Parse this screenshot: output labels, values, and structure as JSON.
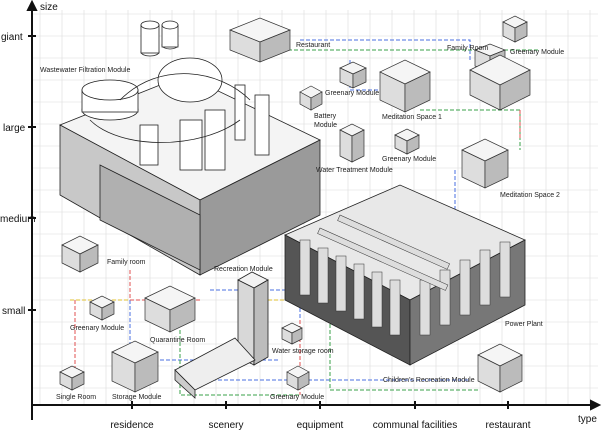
{
  "axes": {
    "y_title": "size",
    "x_title": "type",
    "y_levels": [
      "giant",
      "large",
      "medium",
      "small"
    ],
    "x_categories": [
      "residence",
      "scenery",
      "equipment",
      "communal facilities",
      "restaurant"
    ]
  },
  "modules": [
    {
      "id": "wastewater",
      "label": "Wastewater Filtration Module"
    },
    {
      "id": "restaurant-top",
      "label": "Restaurant"
    },
    {
      "id": "family-room-top",
      "label": "Family Room"
    },
    {
      "id": "greenary-top",
      "label": "Greenary Module"
    },
    {
      "id": "greenary-mid",
      "label": "Greenary Module"
    },
    {
      "id": "battery",
      "label": "Battery Module"
    },
    {
      "id": "meditation-1",
      "label": "Meditation Space 1"
    },
    {
      "id": "greenary-center",
      "label": "Greenary Module"
    },
    {
      "id": "water-treatment",
      "label": "Water Treatment Module"
    },
    {
      "id": "meditation-2",
      "label": "Meditation Space 2"
    },
    {
      "id": "family-room-left",
      "label": "Family room"
    },
    {
      "id": "recreation",
      "label": "Recreation Module"
    },
    {
      "id": "greenary-left",
      "label": "Greenary Module"
    },
    {
      "id": "quarantine",
      "label": "Quarantine Room"
    },
    {
      "id": "water-storage",
      "label": "Water storage room"
    },
    {
      "id": "power-plant",
      "label": "Power Plant"
    },
    {
      "id": "single-room",
      "label": "Single Room"
    },
    {
      "id": "storage",
      "label": "Storage Module"
    },
    {
      "id": "greenary-bottom",
      "label": "Greenary Module"
    },
    {
      "id": "childrens-recreation",
      "label": "Children's Recreation Module"
    }
  ]
}
